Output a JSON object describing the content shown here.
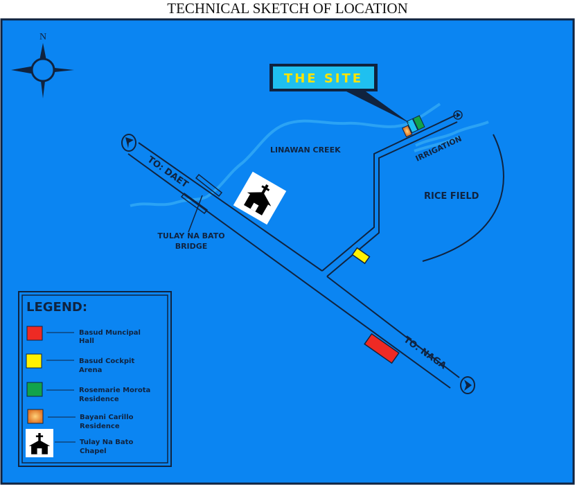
{
  "title": "TECHNICAL SKETCH OF LOCATION",
  "compass": {
    "north_label": "N"
  },
  "site_callout": "THE SITE",
  "labels": {
    "creek": "LINAWAN CREEK",
    "irrigation": "IRRIGATION",
    "rice_field": "RICE FIELD",
    "to_daet": "TO: DAET",
    "to_naga": "TO: NAGA",
    "bridge_line1": "TULAY NA BATO",
    "bridge_line2": "BRIDGE"
  },
  "legend": {
    "heading": "LEGEND:",
    "items": [
      {
        "line1": "Basud Muncipal",
        "line2": "Hall",
        "color": "#ee2a24"
      },
      {
        "line1": "Basud Cockpit",
        "line2": "Arena",
        "color": "#fff200"
      },
      {
        "line1": "Rosemarie Morota",
        "line2": "Residence",
        "color": "#12a34a"
      },
      {
        "line1": "Bayani Carillo",
        "line2": "Residence",
        "color": "#f39a4a"
      },
      {
        "line1": "Tulay Na Bato",
        "line2": "Chapel",
        "color": "#ffffff"
      }
    ]
  },
  "colors": {
    "background": "#0b85f2",
    "line": "#10233f",
    "water": "#2fa6f5",
    "callout_bg": "#1fc0f0",
    "callout_text": "#ffe400"
  }
}
